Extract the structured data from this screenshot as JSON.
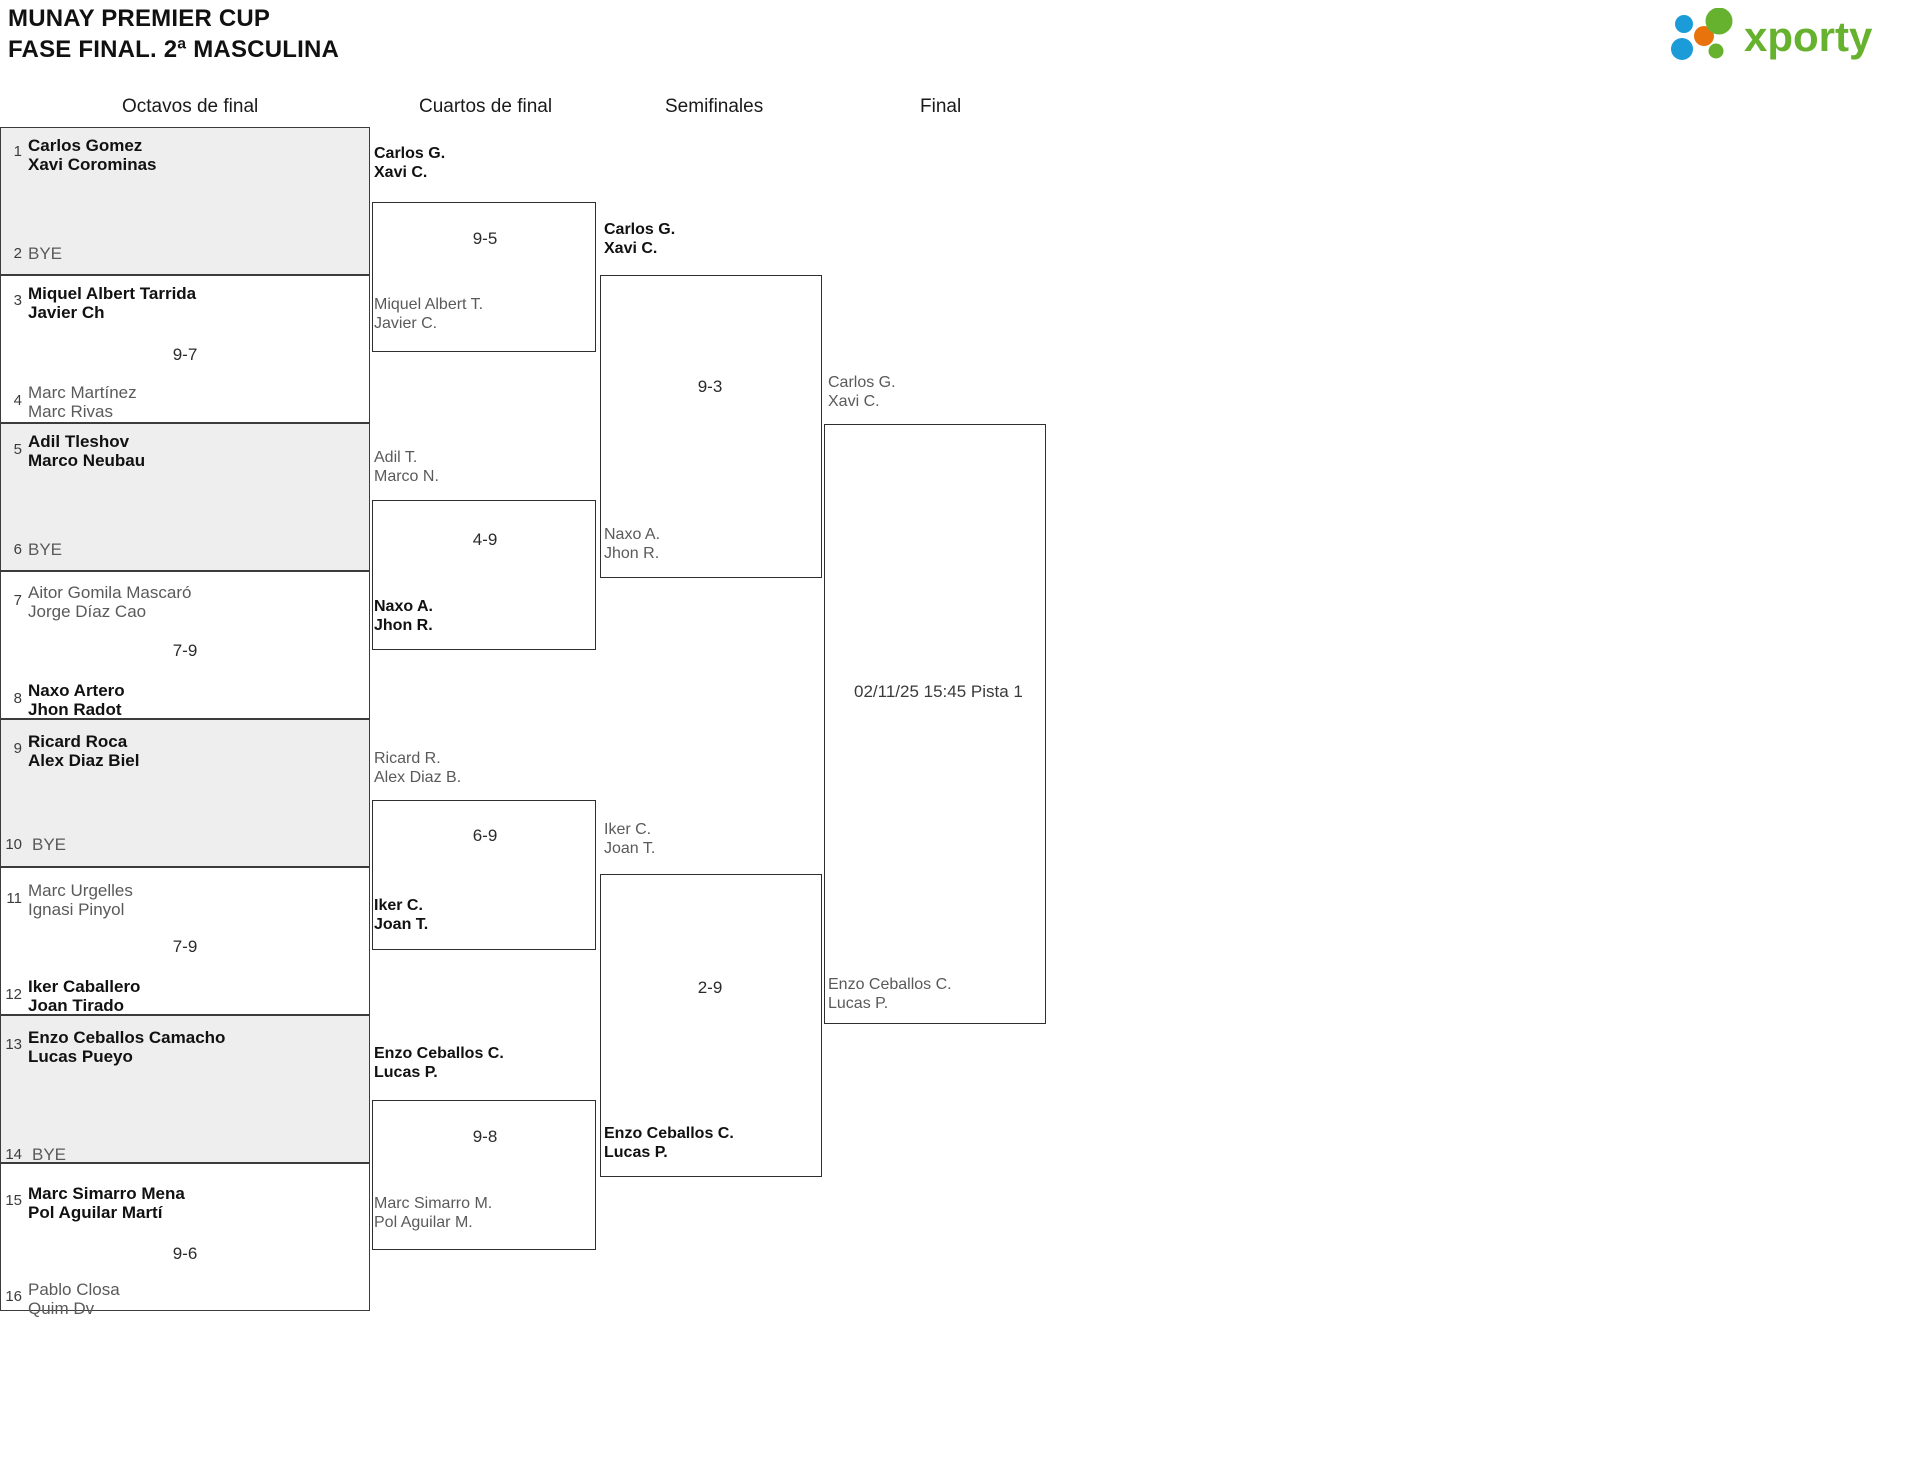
{
  "header": {
    "title_line1": "MUNAY PREMIER CUP",
    "title_line2": "FASE FINAL. 2ª MASCULINA",
    "logo_text": "xporty",
    "logo_colors": {
      "green": "#66b22e",
      "blue": "#1b9bd8",
      "orange": "#e8730c"
    }
  },
  "rounds": [
    {
      "id": "r16",
      "label": "Octavos de final"
    },
    {
      "id": "qf",
      "label": "Cuartos de final"
    },
    {
      "id": "sf",
      "label": "Semifinales"
    },
    {
      "id": "f",
      "label": "Final"
    }
  ],
  "round16": {
    "entries": [
      {
        "seed": "1",
        "p1": "Carlos Gomez",
        "p2": "Xavi Corominas",
        "state": "win",
        "shaded": true
      },
      {
        "seed": "2",
        "p1": "BYE",
        "p2": "",
        "state": "bye",
        "shaded": true
      },
      {
        "seed": "3",
        "p1": "Miquel Albert Tarrida",
        "p2": "Javier Ch",
        "state": "win",
        "shaded": false
      },
      {
        "seed": "4",
        "p1": "Marc Martínez",
        "p2": "Marc Rivas",
        "state": "lose",
        "shaded": false
      },
      {
        "seed": "5",
        "p1": "Adil Tleshov",
        "p2": "Marco Neubau",
        "state": "win",
        "shaded": true
      },
      {
        "seed": "6",
        "p1": "BYE",
        "p2": "",
        "state": "bye",
        "shaded": true
      },
      {
        "seed": "7",
        "p1": "Aitor Gomila Mascaró",
        "p2": "Jorge Díaz Cao",
        "state": "lose",
        "shaded": false
      },
      {
        "seed": "8",
        "p1": "Naxo Artero",
        "p2": "Jhon Radot",
        "state": "win",
        "shaded": false
      },
      {
        "seed": "9",
        "p1": "Ricard Roca",
        "p2": "Alex Diaz Biel",
        "state": "win",
        "shaded": true
      },
      {
        "seed": "10",
        "p1": "BYE",
        "p2": "",
        "state": "bye",
        "shaded": true
      },
      {
        "seed": "11",
        "p1": "Marc Urgelles",
        "p2": "Ignasi Pinyol",
        "state": "lose",
        "shaded": false
      },
      {
        "seed": "12",
        "p1": "Iker Caballero",
        "p2": "Joan Tirado",
        "state": "win",
        "shaded": false
      },
      {
        "seed": "13",
        "p1": "Enzo Ceballos Camacho",
        "p2": "Lucas Pueyo",
        "state": "win",
        "shaded": true
      },
      {
        "seed": "14",
        "p1": "BYE",
        "p2": "",
        "state": "bye",
        "shaded": true
      },
      {
        "seed": "15",
        "p1": "Marc Simarro Mena",
        "p2": "Pol Aguilar Martí",
        "state": "win",
        "shaded": false
      },
      {
        "seed": "16",
        "p1": "Pablo Closa",
        "p2": "Quim Dv",
        "state": "lose",
        "shaded": false
      }
    ],
    "scores": [
      {
        "value": "9-7"
      },
      {
        "value": "7-9"
      },
      {
        "value": "7-9"
      },
      {
        "value": "9-6"
      }
    ]
  },
  "quarterfinals": {
    "entries": [
      {
        "p1": "Carlos G.",
        "p2": "Xavi C.",
        "state": "win"
      },
      {
        "p1": "Miquel Albert T.",
        "p2": "Javier C.",
        "state": "lose"
      },
      {
        "p1": "Adil T.",
        "p2": "Marco N.",
        "state": "lose"
      },
      {
        "p1": "Naxo A.",
        "p2": "Jhon R.",
        "state": "win"
      },
      {
        "p1": "Ricard R.",
        "p2": "Alex Diaz B.",
        "state": "lose"
      },
      {
        "p1": "Iker C.",
        "p2": "Joan T.",
        "state": "win"
      },
      {
        "p1": "Enzo Ceballos C.",
        "p2": "Lucas P.",
        "state": "win"
      },
      {
        "p1": "Marc Simarro M.",
        "p2": "Pol Aguilar M.",
        "state": "lose"
      }
    ],
    "scores": [
      {
        "value": "9-5"
      },
      {
        "value": "4-9"
      },
      {
        "value": "6-9"
      },
      {
        "value": "9-8"
      }
    ]
  },
  "semifinals": {
    "entries": [
      {
        "p1": "Carlos G.",
        "p2": "Xavi C.",
        "state": "win"
      },
      {
        "p1": "Naxo A.",
        "p2": "Jhon R.",
        "state": "lose"
      },
      {
        "p1": "Iker C.",
        "p2": "Joan T.",
        "state": "lose"
      },
      {
        "p1": "Enzo Ceballos C.",
        "p2": "Lucas P.",
        "state": "win"
      }
    ],
    "scores": [
      {
        "value": "9-3"
      },
      {
        "value": "2-9"
      }
    ]
  },
  "final": {
    "entries": [
      {
        "p1": "Carlos G.",
        "p2": "Xavi C.",
        "state": "lose"
      },
      {
        "p1": "Enzo Ceballos C.",
        "p2": "Lucas P.",
        "state": "lose"
      }
    ],
    "schedule": "02/11/25 15:45 Pista 1"
  }
}
